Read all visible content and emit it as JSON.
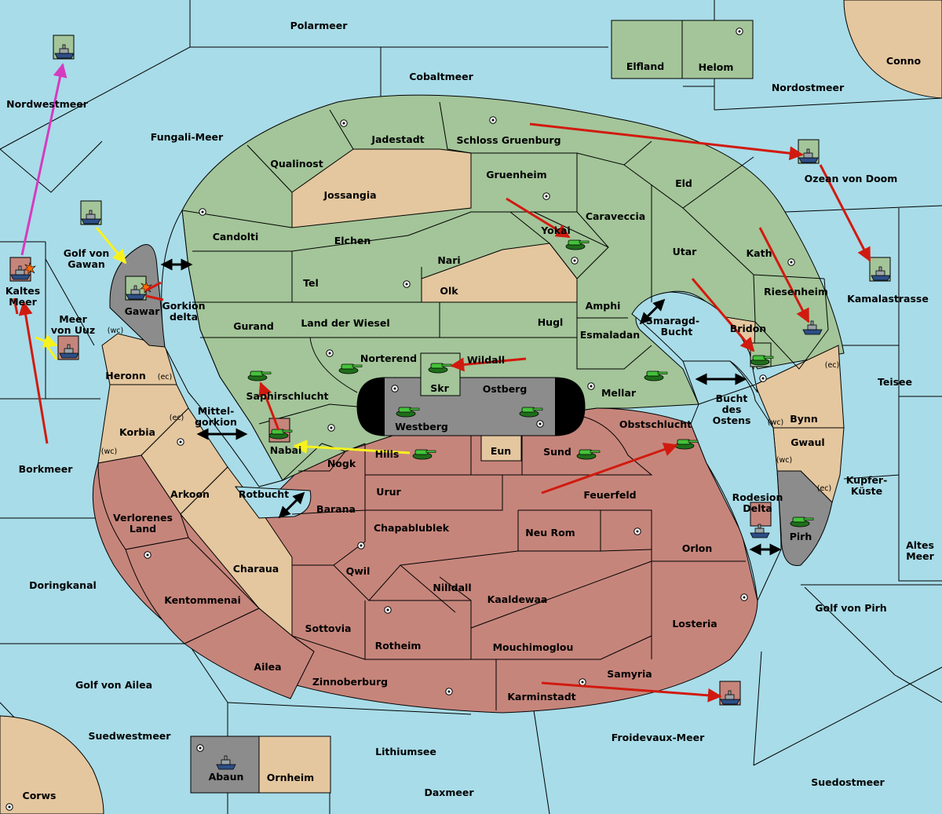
{
  "colors": {
    "sea": "#a8dce8",
    "green_power": "#a3c599",
    "red_power": "#c6857b",
    "neutral_land": "#e4c79f",
    "impassable": "#8c8c8c",
    "move_red": "#d11a0f",
    "move_yellow": "#f7f21e",
    "move_magenta": "#d53bbf"
  },
  "icons": {
    "fleet": "ship-icon",
    "army": "tank-icon",
    "supply_center": "supply-center-dot-icon",
    "dislodged": "explosion-icon",
    "convoy_link": "double-arrow-icon"
  },
  "seas": {
    "polarmeer": "Polarmeer",
    "cobaltmeer": "Cobaltmeer",
    "nordostmeer": "Nordostmeer",
    "nordwestmeer": "Nordwestmeer",
    "fungali": "Fungali-Meer",
    "golf_gawan": "Golf von Gawan",
    "kaltes_meer": "Kaltes Meer",
    "meer_uuz": "Meer von Uuz",
    "borkmeer": "Borkmeer",
    "doringkanal": "Doringkanal",
    "golf_ailea": "Golf von Ailea",
    "suedwestmeer": "Suedwestmeer",
    "lithiumsee": "Lithiumsee",
    "daxmeer": "Daxmeer",
    "froidevaux": "Froidevaux-Meer",
    "suedostmeer": "Suedostmeer",
    "golf_pirh": "Golf von Pirh",
    "altes_meer": "Altes Meer",
    "kupfer": "Kupfer-Küste",
    "teisee": "Teisee",
    "kamalastrasse": "Kamalastrasse",
    "ozean_doom": "Ozean von Doom",
    "mittelgorkion": "Mittel-gorkion",
    "rotbucht": "Rotbucht",
    "smaragd": "Smaragd-Bucht",
    "bucht_ostens": "Bucht des Ostens",
    "rodesion": "Rodesion Delta",
    "gorkion_delta": "Gorkion delta"
  },
  "lands": {
    "conno": "Conno",
    "elfland": "Elfland",
    "helom": "Helom",
    "corws": "Corws",
    "abaun": "Abaun",
    "ornheim": "Ornheim",
    "jadestadt": "Jadestadt",
    "schloss": "Schloss Gruenburg",
    "qualinost": "Qualinost",
    "jossangia": "Jossangia",
    "gruenheim": "Gruenheim",
    "eld": "Eld",
    "candolti": "Candolti",
    "elchen": "Elchen",
    "caraveccia": "Caraveccia",
    "yokai": "Yokai",
    "nari": "Nari",
    "utar": "Utar",
    "kath": "Kath",
    "tel": "Tel",
    "olk": "Olk",
    "riesenheim": "Riesenheim",
    "amphi": "Amphi",
    "gurand": "Gurand",
    "land_wiesel": "Land der Wiesel",
    "hugl": "Hugl",
    "esmaladan": "Esmaladan",
    "bridon": "Bridon",
    "norterend": "Norterend",
    "wildall": "Wildall",
    "skr": "Skr",
    "ostberg": "Ostberg",
    "mellar": "Mellar",
    "saphir": "Saphirschlucht",
    "westberg": "Westberg",
    "obstschlucht": "Obstschlucht",
    "bynn": "Bynn",
    "gwaul": "Gwaul",
    "nabai": "Nabai",
    "hills": "Hills",
    "eun": "Eun",
    "sund": "Sund",
    "nogk": "Nogk",
    "urur": "Urur",
    "feuerfeld": "Feuerfeld",
    "barana": "Barana",
    "chapa": "Chapablublek",
    "neu_rom": "Neu Rom",
    "orlon": "Orlon",
    "pirh": "Pirh",
    "qwil": "Qwil",
    "nilldall": "Nilldall",
    "kaaldewaa": "Kaaldewaa",
    "losteria": "Losteria",
    "sottovia": "Sottovia",
    "rotheim": "Rotheim",
    "mouchi": "Mouchimoglou",
    "samyria": "Samyria",
    "ailea": "Ailea",
    "zinnoberburg": "Zinnoberburg",
    "karminstadt": "Karminstadt",
    "kentommenai": "Kentommenai",
    "charaua": "Charaua",
    "verlorenes": "Verlorenes Land",
    "arkoon": "Arkoon",
    "korbia": "Korbia",
    "heronn": "Heronn",
    "gawar": "Gawar"
  },
  "coast_tags": {
    "wc": "(wc)",
    "ec": "(ec)"
  }
}
